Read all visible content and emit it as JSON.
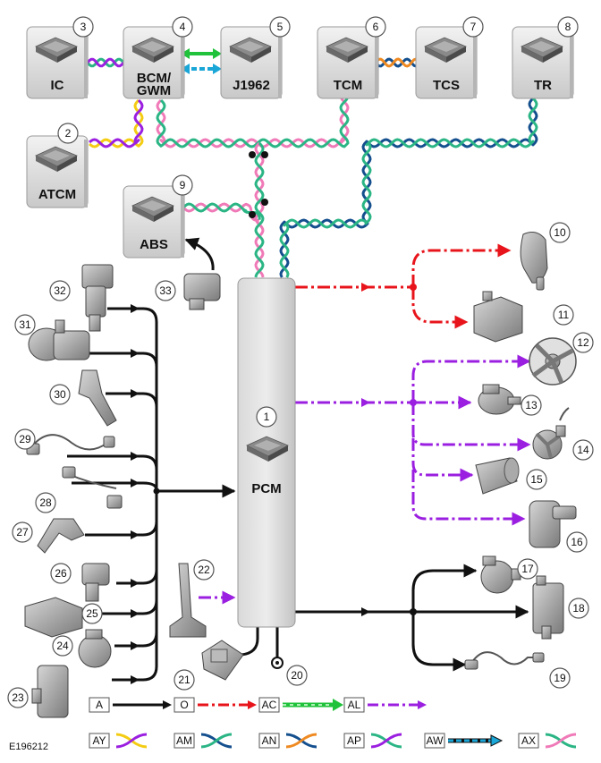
{
  "figure_id": "E196212",
  "colors": {
    "black": "#111111",
    "red": "#e8141b",
    "purple": "#9b1fe0",
    "green": "#1fc23a",
    "cyan": "#1aa7d8",
    "yellow": "#f4cc12",
    "teal": "#2bb585",
    "orange": "#ef8a22",
    "pink": "#f07ab8",
    "navy": "#144f8e"
  },
  "modules": {
    "ic": {
      "number": "3",
      "label": "IC"
    },
    "bcm": {
      "number": "4",
      "label_line1": "BCM/",
      "label_line2": "GWM"
    },
    "j1962": {
      "number": "5",
      "label": "J1962"
    },
    "tcm": {
      "number": "6",
      "label": "TCM"
    },
    "tcs": {
      "number": "7",
      "label": "TCS"
    },
    "tr": {
      "number": "8",
      "label": "TR"
    },
    "atcm": {
      "number": "2",
      "label": "ATCM"
    },
    "abs": {
      "number": "9",
      "label": "ABS"
    },
    "pcm": {
      "number": "1",
      "label": "PCM"
    }
  },
  "component_numbers": [
    "10",
    "11",
    "12",
    "13",
    "14",
    "15",
    "16",
    "17",
    "18",
    "19",
    "20",
    "21",
    "22",
    "23",
    "24",
    "25",
    "26",
    "27",
    "28",
    "29",
    "30",
    "31",
    "32",
    "33"
  ],
  "key": {
    "row1": [
      {
        "code": "A",
        "line": "black"
      },
      {
        "code": "O",
        "line": "red-dashdot"
      },
      {
        "code": "AC",
        "line": "green-arrow"
      },
      {
        "code": "AL",
        "line": "purple-dashdot"
      }
    ],
    "row2": [
      {
        "code": "AY",
        "line": "yellow-purple-twisted"
      },
      {
        "code": "AM",
        "line": "navy-teal-twisted"
      },
      {
        "code": "AN",
        "line": "navy-orange-twisted"
      },
      {
        "code": "AP",
        "line": "teal-purple-twisted"
      },
      {
        "code": "AW",
        "line": "cyan-dashed-arrow"
      },
      {
        "code": "AX",
        "line": "teal-pink-twisted"
      }
    ]
  }
}
